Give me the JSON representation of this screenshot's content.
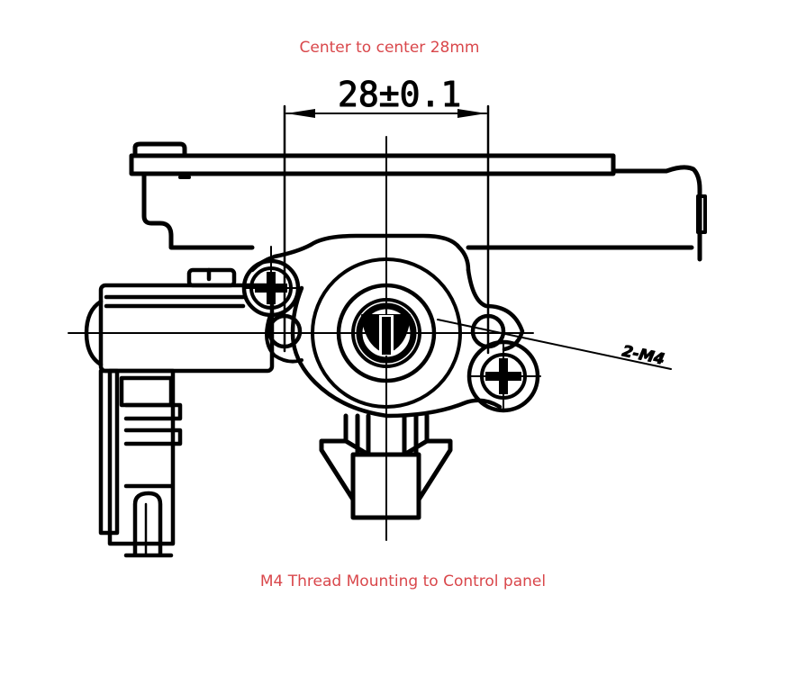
{
  "captions": {
    "top": "Center to center 28mm",
    "bottom": "M4 Thread Mounting to Control panel"
  },
  "drawing": {
    "dimension_label": "28±0.1",
    "callout_label": "2-M4",
    "line_color": "#000000",
    "caption_color": "#d9474b"
  }
}
